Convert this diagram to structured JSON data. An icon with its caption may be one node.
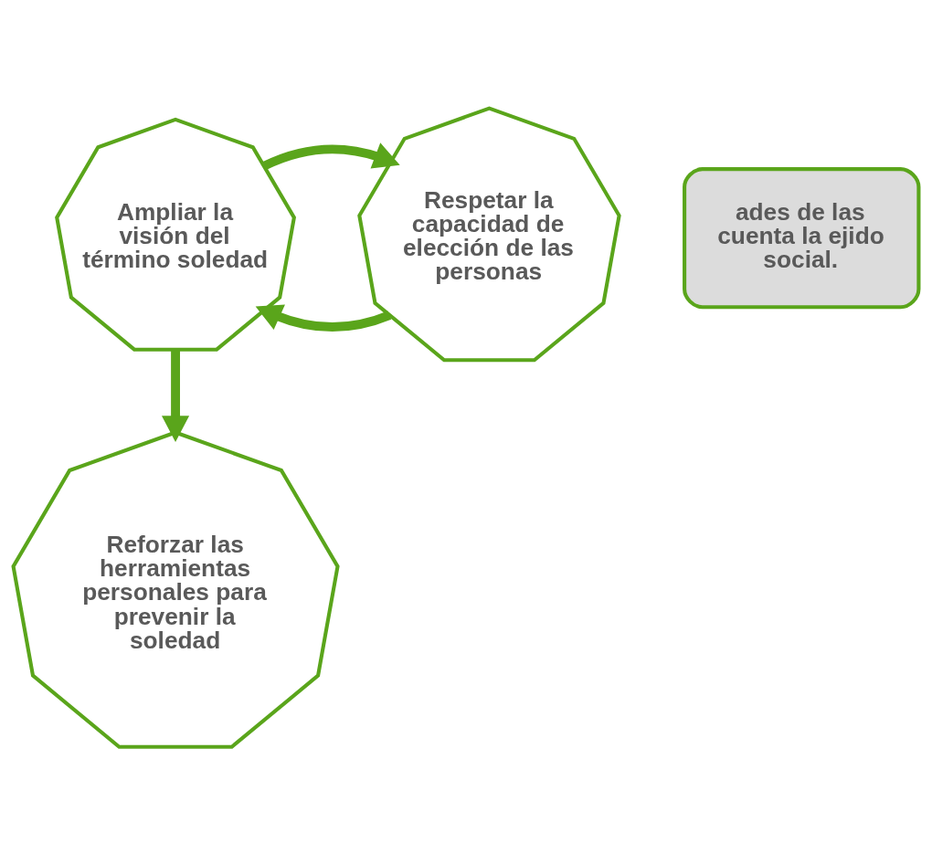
{
  "diagram": {
    "nodes": [
      {
        "text": [
          "Ampliar la visión del término soledad"
        ]
      },
      {
        "text": [
          "Respetar la capacidad de elección de las personas"
        ]
      },
      {
        "text": [
          "Reforzar las herramientas personales para prevenir la soledad"
        ]
      },
      {
        "text": [
          "ades de las cuenta la ejido social."
        ]
      }
    ],
    "edges": [
      {
        "from": 1,
        "to": 0,
        "arrow": "to"
      },
      {
        "from": 0,
        "to": 1,
        "arrow": "to"
      },
      {
        "from": 0,
        "to": 2,
        "arrow": "to"
      }
    ]
  }
}
